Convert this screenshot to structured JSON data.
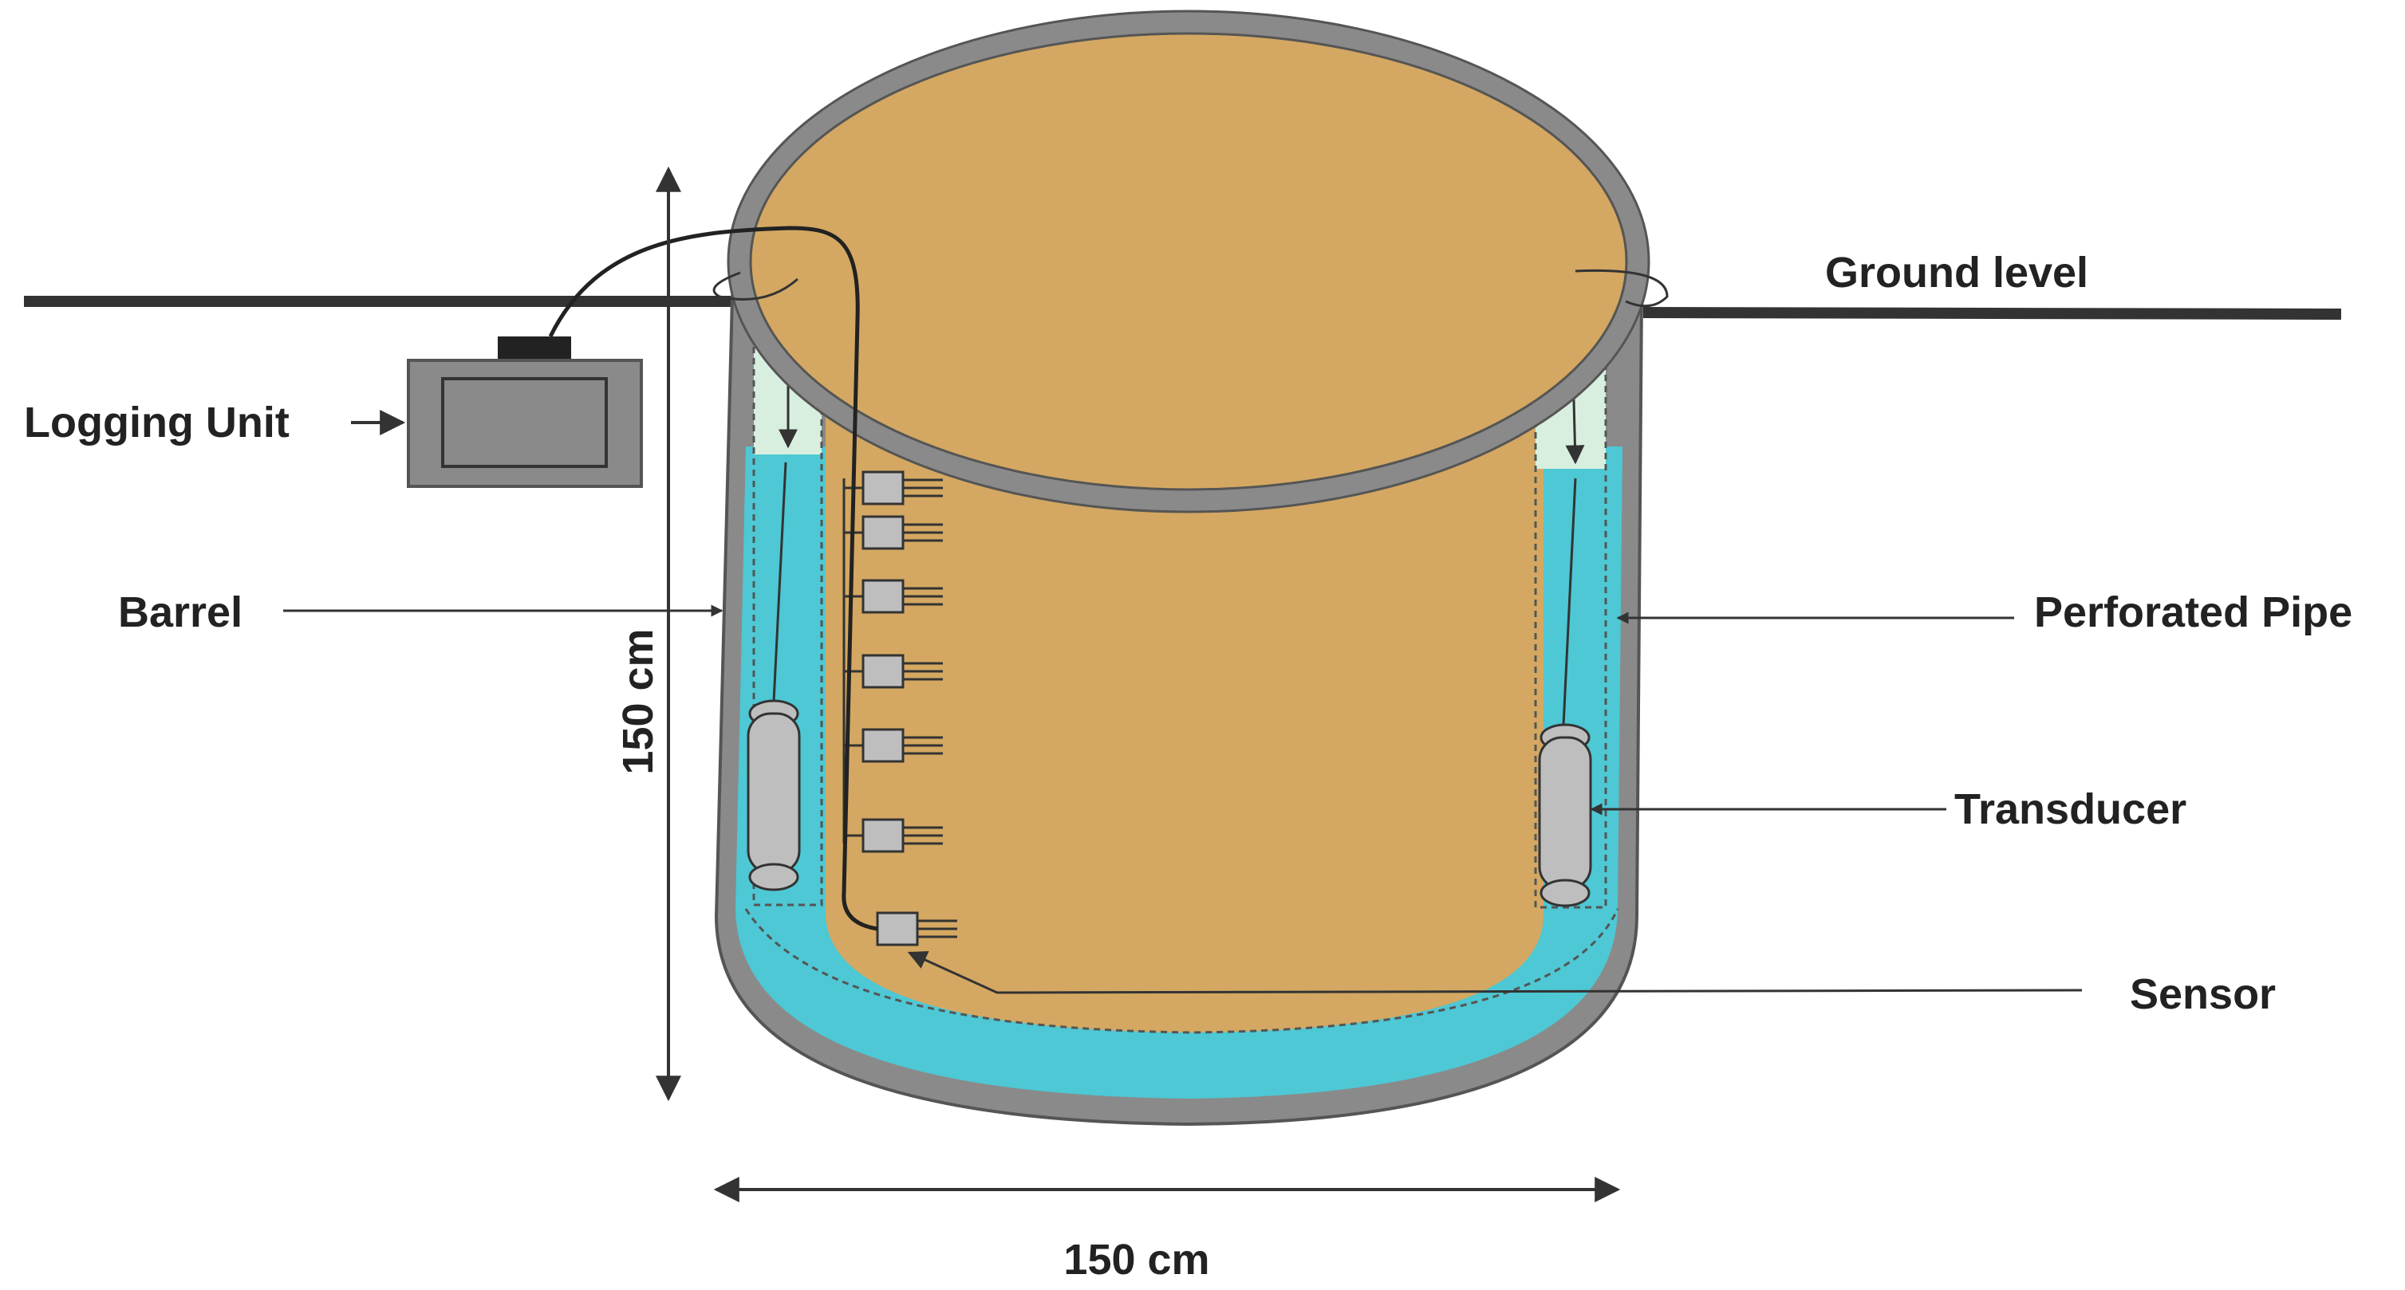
{
  "labels": {
    "ground_level": "Ground level",
    "logging_unit": "Logging Unit",
    "barrel": "Barrel",
    "perforated_pipe": "Perforated Pipe",
    "transducer": "Transducer",
    "sensor": "Sensor",
    "height_dim": "150 cm",
    "width_dim": "150 cm"
  },
  "colors": {
    "soil": "#D4A862",
    "water": "#4DC8D4",
    "pipe_air": "#D8EFE0",
    "barrel_wall": "#8A8A8A",
    "device": "#BEBEBE",
    "line": "#333333"
  }
}
